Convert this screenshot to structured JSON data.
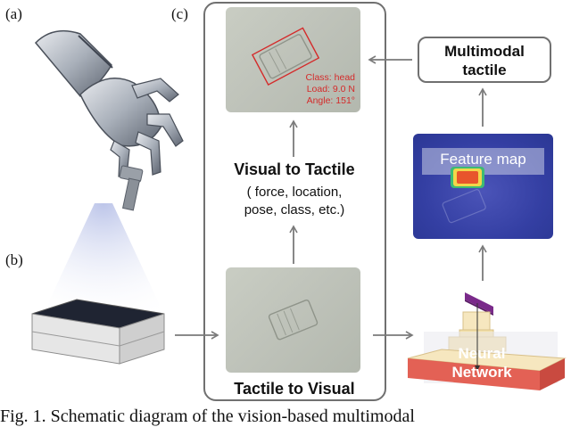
{
  "panels": {
    "a": "(a)",
    "b": "(b)",
    "c": "(c)"
  },
  "photo_top": {
    "class_text": "Class: head",
    "load_text": "Load: 9.0 N",
    "angle_text": "Angle: 151°"
  },
  "visual_to_tactile": {
    "title": "Visual to Tactile",
    "details_line1": "( force, location,",
    "details_line2": "pose, class, etc.)"
  },
  "tactile_to_visual": {
    "title": "Tactile to Visual"
  },
  "multimodal": {
    "line1": "Multimodal",
    "line2": "tactile"
  },
  "feature_map": {
    "label": "Feature map"
  },
  "neural_network": {
    "line1": "Neural",
    "line2": "Network"
  },
  "caption": {
    "text": "Fig. 1. Schematic diagram of the vision-based multimodal"
  },
  "colors": {
    "annotation_red": "#d42b2b",
    "arrow_gray": "#7a7a7a",
    "feature_blue": "#343fa3",
    "nn_red": "#e2584c",
    "nn_yellow": "#f3e0a8",
    "nn_purple": "#7a2a8a"
  }
}
